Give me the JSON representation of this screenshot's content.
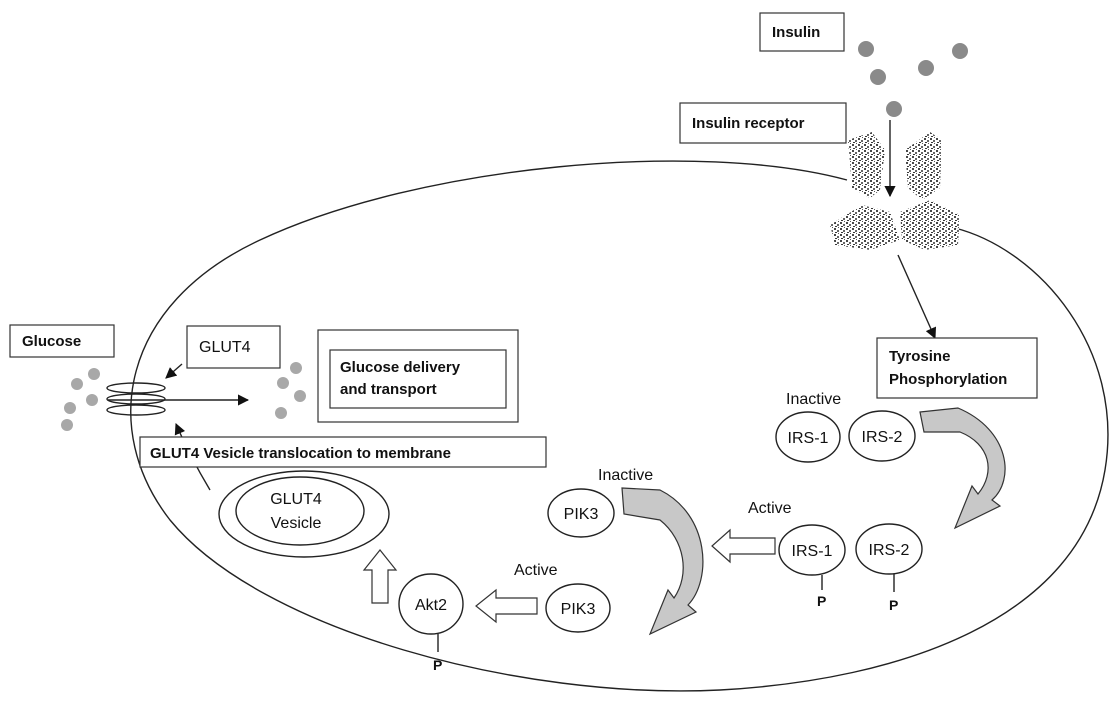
{
  "labels": {
    "insulin": "Insulin",
    "insulin_receptor": "Insulin receptor",
    "tyrosine_line1": "Tyrosine",
    "tyrosine_line2": "Phosphorylation",
    "glucose": "Glucose",
    "glut4": "GLUT4",
    "glucose_delivery_line1": "Glucose delivery",
    "glucose_delivery_line2": "and transport",
    "translocation": "GLUT4 Vesicle translocation to membrane",
    "vesicle_line1": "GLUT4",
    "vesicle_line2": "Vesicle"
  },
  "states": {
    "inactive_irs": "Inactive",
    "active_irs": "Active",
    "inactive_pik3": "Inactive",
    "active_pik3": "Active"
  },
  "nodes": {
    "irs1_inactive": "IRS-1",
    "irs2_inactive": "IRS-2",
    "irs1_active": "IRS-1",
    "irs2_active": "IRS-2",
    "pik3_inactive": "PIK3",
    "pik3_active": "PIK3",
    "akt2": "Akt2"
  },
  "phospho": {
    "irs1": "P",
    "irs2": "P",
    "akt2": "P"
  },
  "colors": {
    "molecule": "#8a8a8a",
    "glucose": "#a8a8a8",
    "curved_arrow_shade": "#c8c8c8",
    "outline": "#222222"
  }
}
